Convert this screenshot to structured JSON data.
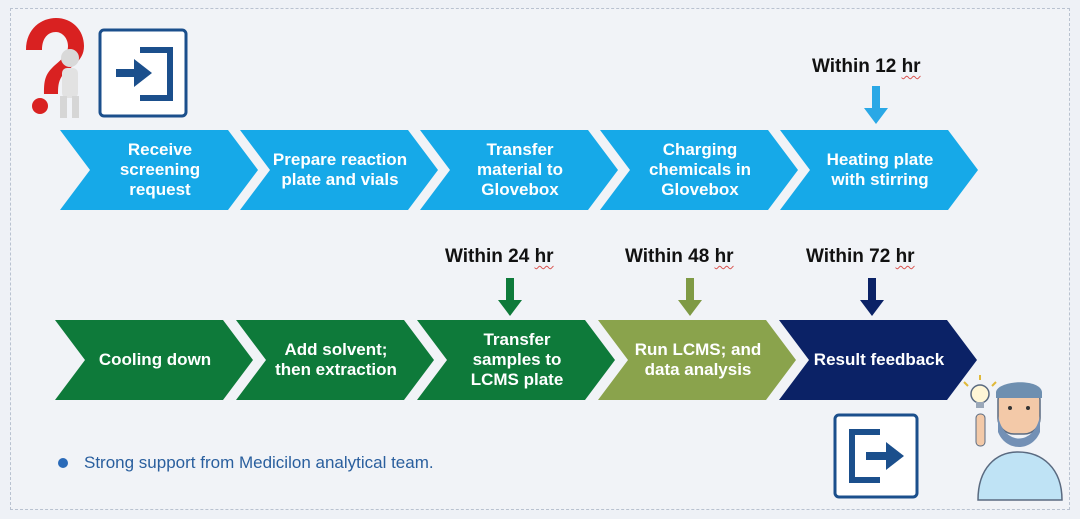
{
  "top_row": {
    "steps": [
      {
        "label": "Receive screening request"
      },
      {
        "label": "Prepare reaction plate and vials"
      },
      {
        "label": "Transfer material to Glovebox"
      },
      {
        "label": "Charging chemicals in Glovebox"
      },
      {
        "label": "Heating plate with stirring"
      }
    ],
    "timing": {
      "number": "Within 12",
      "unit": "hr"
    }
  },
  "bottom_row": {
    "steps": [
      {
        "label": "Cooling down"
      },
      {
        "label": "Add solvent; then extraction"
      },
      {
        "label": "Transfer samples to LCMS plate"
      },
      {
        "label": "Run LCMS; and data analysis"
      },
      {
        "label": "Result feedback"
      }
    ],
    "timings": [
      {
        "number": "Within 24",
        "unit": "hr"
      },
      {
        "number": "Within 48",
        "unit": "hr"
      },
      {
        "number": "Within 72",
        "unit": "hr"
      }
    ]
  },
  "footer": {
    "bullet_text": "Strong support from Medicilon analytical team."
  },
  "colors": {
    "top_chevron": "#16a9e8",
    "bottom_chevron": "#0e7a3a",
    "lcms_chevron": "#8aa34c",
    "result_chevron": "#0b2266",
    "accent_blue": "#1b4f8c"
  },
  "icons": {
    "top_left": [
      "question-mark-figure-icon",
      "enter-arrow-icon"
    ],
    "bottom_right": [
      "exit-arrow-icon",
      "man-with-lightbulb-icon"
    ]
  }
}
